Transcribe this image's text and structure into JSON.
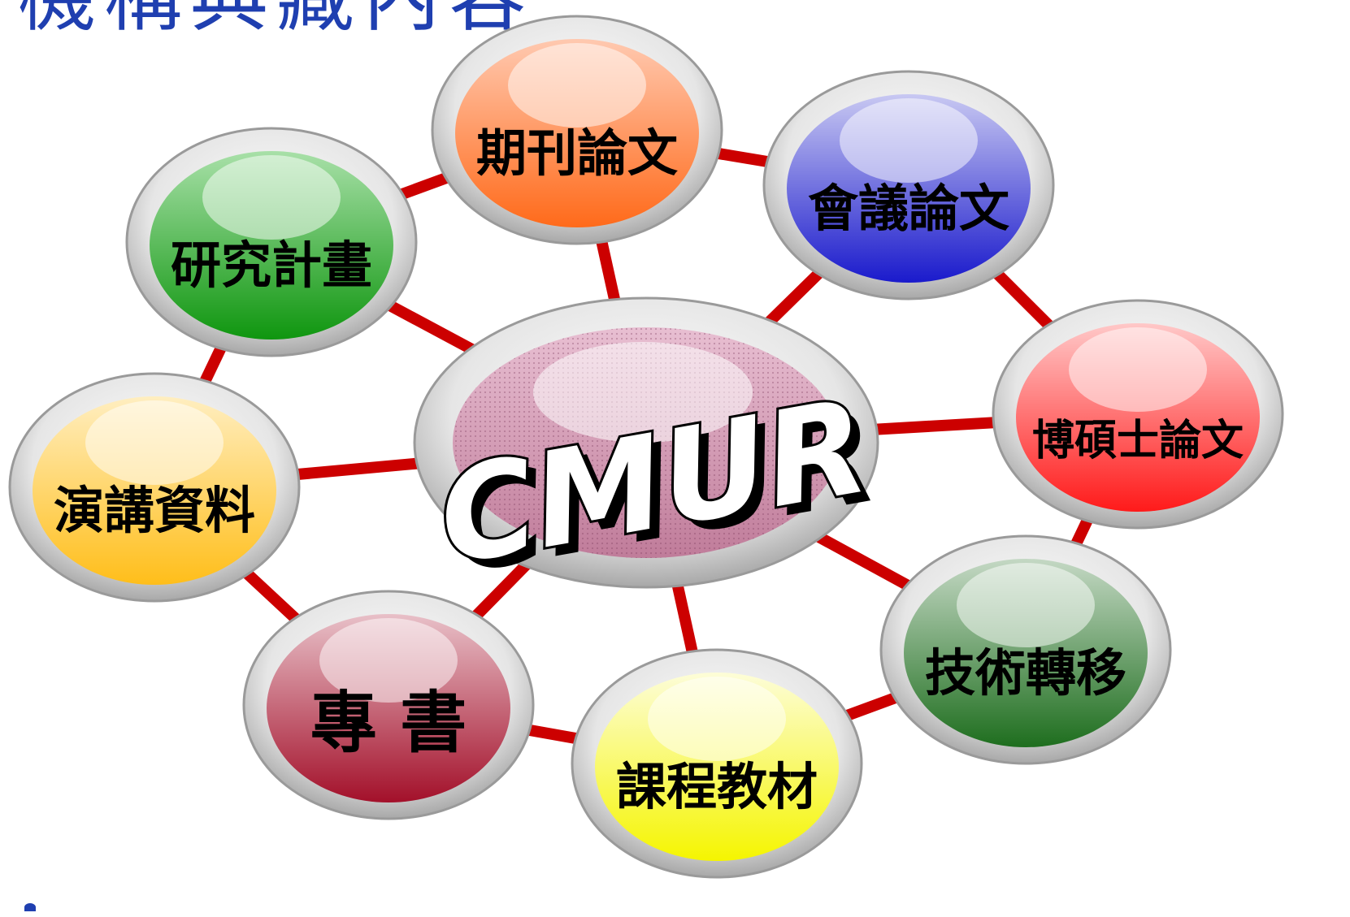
{
  "title": "機構典藏內容",
  "center": {
    "label": "CMUR",
    "color": "#c07c9a",
    "color_light": "#e8bfd2"
  },
  "link_color": "#cc0000",
  "nodes": [
    {
      "label": "期刊論文",
      "color": "#ff6a1a",
      "color_light": "#ffc9b0"
    },
    {
      "label": "會議論文",
      "color": "#1a1acc",
      "color_light": "#c8c8f2"
    },
    {
      "label": "博碩士論文",
      "color": "#ff1a1a",
      "color_light": "#ffc8c8"
    },
    {
      "label": "技術轉移",
      "color": "#1e6e1e",
      "color_light": "#c4d8c4"
    },
    {
      "label": "課程教材",
      "color": "#f5f500",
      "color_light": "#fdfdd8"
    },
    {
      "label": "專 書",
      "color": "#a3102a",
      "color_light": "#e8c0c8"
    },
    {
      "label": "演講資料",
      "color": "#ffbe1a",
      "color_light": "#ffeec0"
    },
    {
      "label": "研究計畫",
      "color": "#0f960f",
      "color_light": "#a8e0a8"
    }
  ]
}
